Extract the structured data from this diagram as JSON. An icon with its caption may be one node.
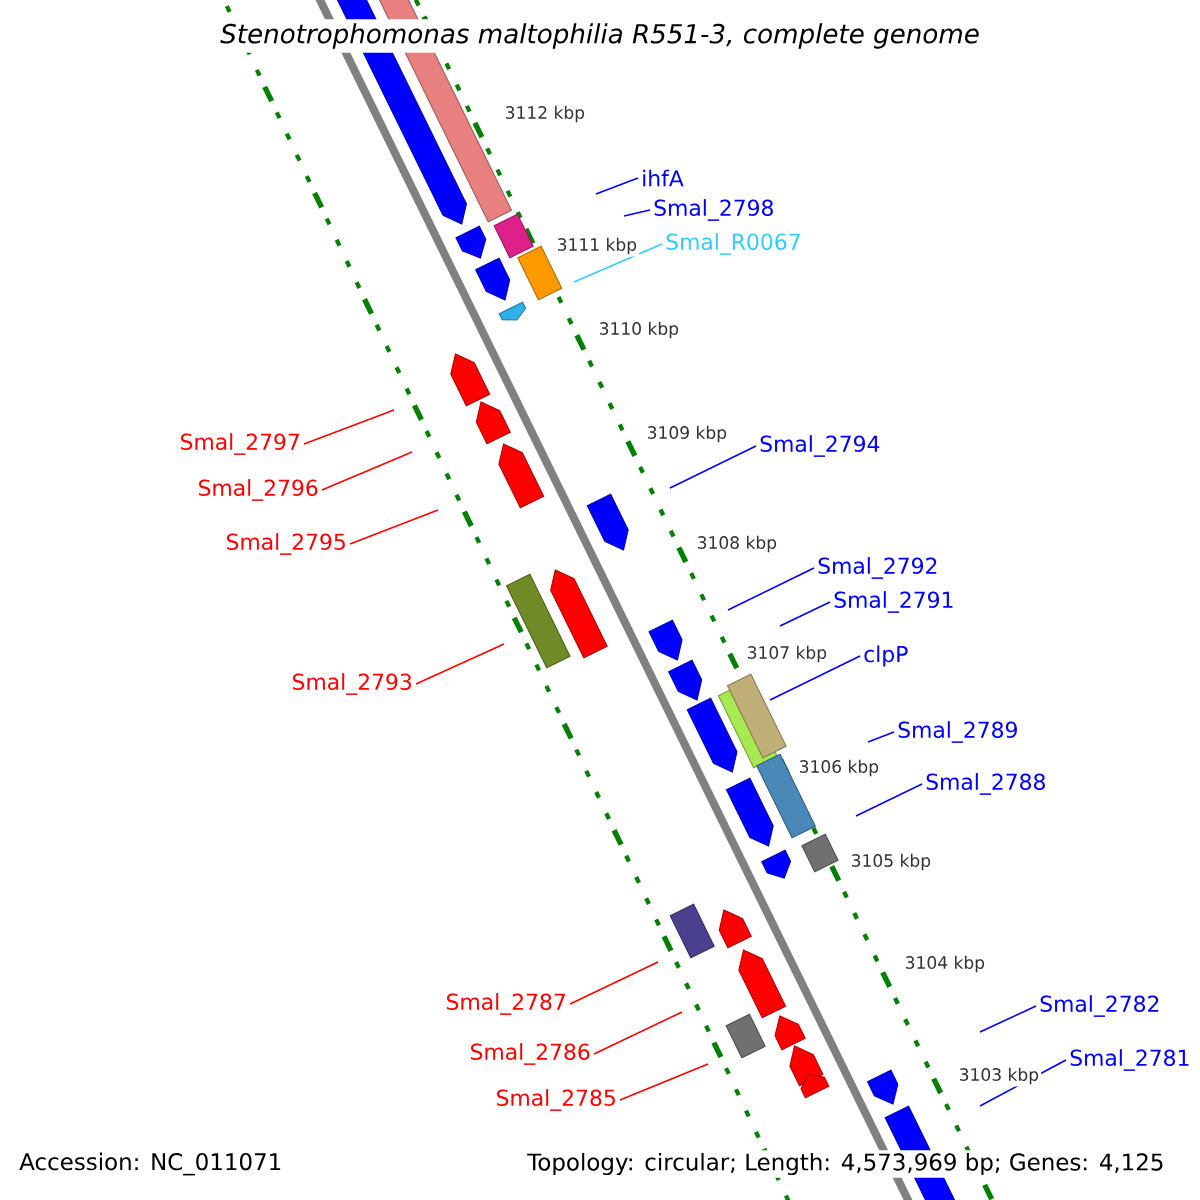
{
  "diagram": {
    "title": "Stenotrophomonas maltophilia R551-3, complete genome",
    "nodes": [
      {
        "text": [
          "ihfA"
        ]
      },
      {
        "text": [
          "Smal_2798"
        ]
      },
      {
        "text": [
          "Smal_R0067"
        ]
      },
      {
        "text": [
          "Smal_2797"
        ]
      },
      {
        "text": [
          "Smal_2794"
        ]
      },
      {
        "text": [
          "Smal_2796"
        ]
      },
      {
        "text": [
          "Smal_2795"
        ]
      },
      {
        "text": [
          "Smal_2792"
        ]
      },
      {
        "text": [
          "Smal_2791"
        ]
      },
      {
        "text": [
          "Smal_2793"
        ]
      },
      {
        "text": [
          "clpP"
        ]
      },
      {
        "text": [
          "Smal_2789"
        ]
      },
      {
        "text": [
          "Smal_2788"
        ]
      },
      {
        "text": [
          "Smal_2787"
        ]
      },
      {
        "text": [
          "Smal_2782"
        ]
      },
      {
        "text": [
          "Smal_2786"
        ]
      },
      {
        "text": [
          "Smal_2781"
        ]
      },
      {
        "text": [
          "Smal_2785"
        ]
      }
    ],
    "edges": [
      {
        "from": 0,
        "to": null,
        "arrow": "none"
      },
      {
        "from": 1,
        "to": null,
        "arrow": "none"
      },
      {
        "from": 2,
        "to": null,
        "arrow": "none",
        "color": "#33ccff"
      },
      {
        "from": 3,
        "to": null,
        "arrow": "none",
        "color": "#ff0000"
      },
      {
        "from": 4,
        "to": null,
        "arrow": "none"
      },
      {
        "from": 5,
        "to": null,
        "arrow": "none",
        "color": "#ff0000"
      },
      {
        "from": 6,
        "to": null,
        "arrow": "none",
        "color": "#ff0000"
      },
      {
        "from": 7,
        "to": null,
        "arrow": "none"
      },
      {
        "from": 8,
        "to": null,
        "arrow": "none"
      },
      {
        "from": 9,
        "to": null,
        "arrow": "none",
        "color": "#ff0000"
      },
      {
        "from": 10,
        "to": null,
        "arrow": "none"
      },
      {
        "from": 11,
        "to": null,
        "arrow": "none"
      },
      {
        "from": 12,
        "to": null,
        "arrow": "none"
      },
      {
        "from": 13,
        "to": null,
        "arrow": "none",
        "color": "#ff0000"
      },
      {
        "from": 14,
        "to": null,
        "arrow": "none"
      },
      {
        "from": 15,
        "to": null,
        "arrow": "none",
        "color": "#ff0000"
      },
      {
        "from": 16,
        "to": null,
        "arrow": "none"
      },
      {
        "from": 17,
        "to": null,
        "arrow": "none",
        "color": "#ff0000"
      }
    ],
    "labels": [
      "3112 kbp",
      "3111 kbp",
      "3110 kbp",
      "3109 kbp",
      "3108 kbp",
      "3107 kbp",
      "3106 kbp",
      "3105 kbp",
      "3104 kbp",
      "3103 kbp",
      "Accession: NC_011071",
      "Topology: circular; Length: 4,573,969 bp; Genes: 4,125"
    ]
  }
}
